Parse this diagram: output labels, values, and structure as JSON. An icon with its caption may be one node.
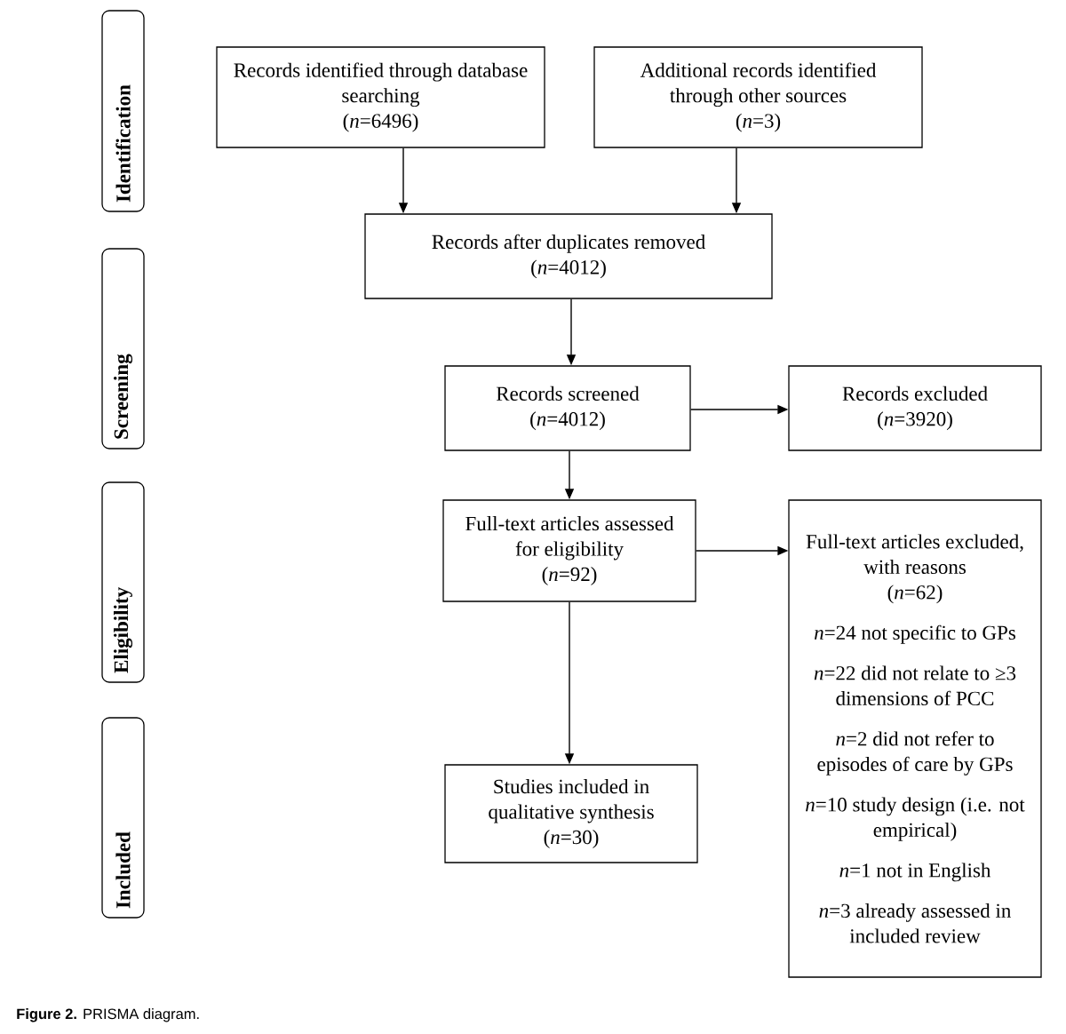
{
  "diagram": {
    "caption": "**Figure 2.** PRISMA diagram.",
    "nodes": [
      {
        "text": [
          "Identification"
        ]
      },
      {
        "text": [
          "Screening"
        ]
      },
      {
        "text": [
          "Eligibility"
        ]
      },
      {
        "text": [
          "Included"
        ]
      },
      {
        "text": [
          "Records identified through database searching",
          "(*n*=6496)"
        ]
      },
      {
        "text": [
          "Additional records identified through other sources",
          "(*n*=3)"
        ]
      },
      {
        "text": [
          "Records after duplicates removed",
          "(*n*=4012)"
        ]
      },
      {
        "text": [
          "Records screened",
          "(*n*=4012)"
        ]
      },
      {
        "text": [
          "Records excluded",
          "(*n*=3920)"
        ]
      },
      {
        "text": [
          "Full-text articles assessed for eligibility",
          "(*n*=92)"
        ]
      },
      {
        "text": [
          "Full-text articles excluded, with reasons",
          "(*n*=62)",
          "*n*=24 not specific to GPs",
          "*n*=22 did not relate to ≥3 dimensions of PCC",
          "*n*=2 did not refer to episodes of care by GPs",
          "*n*=10 study design (i.e. not empirical)",
          "*n*=1 not in English",
          "*n*=3 already assessed in included review"
        ]
      },
      {
        "text": [
          "Studies included in qualitative synthesis",
          "(*n*=30)"
        ]
      }
    ],
    "edges": [
      {
        "from": 4,
        "to": 6,
        "arrow": "to"
      },
      {
        "from": 5,
        "to": 6,
        "arrow": "to"
      },
      {
        "from": 6,
        "to": 7,
        "arrow": "to"
      },
      {
        "from": 7,
        "to": 8,
        "arrow": "to"
      },
      {
        "from": 7,
        "to": 9,
        "arrow": "to"
      },
      {
        "from": 9,
        "to": 10,
        "arrow": "to"
      },
      {
        "from": 9,
        "to": 11,
        "arrow": "to"
      }
    ]
  }
}
